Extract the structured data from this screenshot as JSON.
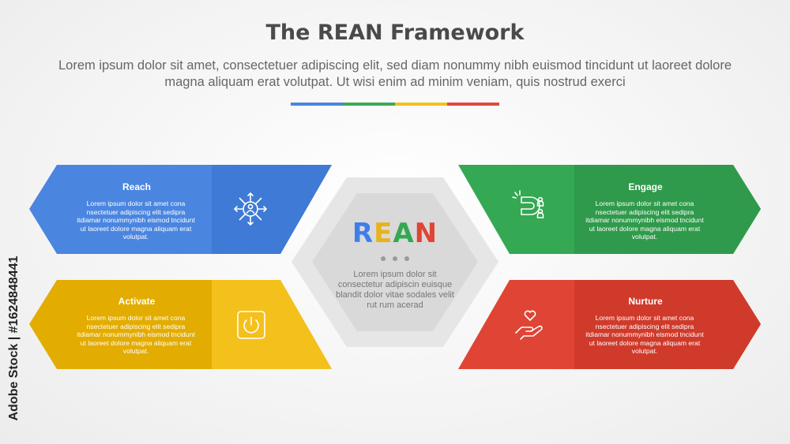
{
  "header": {
    "title": "The REAN Framework",
    "subtitle": "Lorem ipsum dolor sit amet, consectetuer adipiscing elit, sed diam nonummy nibh euismod tincidunt ut laoreet dolore magna aliquam erat volutpat. Ut wisi enim ad minim veniam, quis nostrud exerci",
    "underline_colors": [
      "#4a86e0",
      "#3daa5a",
      "#f4c01c",
      "#e0493c"
    ]
  },
  "hub": {
    "letters": [
      {
        "char": "R",
        "color": "#3f7ee8"
      },
      {
        "char": "E",
        "color": "#e8b21a"
      },
      {
        "char": "A",
        "color": "#34a853"
      },
      {
        "char": "N",
        "color": "#e04434"
      }
    ],
    "body": "Lorem ipsum dolor sit consectetur adipiscin euisque blandit dolor vitae sodales velit rut rum acerad"
  },
  "panels": {
    "reach": {
      "title": "Reach",
      "body": "Lorem ipsum dolor sit amet cona nsectetuer adipiscing elit sedipra itdiamar nonummynibh eismod tncidunt ut laoreet dolore magna aliquam erat volutpat.",
      "icon": "network-person-icon",
      "color": "#4a86e0"
    },
    "activate": {
      "title": "Activate",
      "body": "Lorem ipsum dolor sit amet cona nsectetuer adipiscing elit sedipra itdiamar nonummynibh eismod tncidunt ut laoreet dolore magna aliquam erat volutpat.",
      "icon": "power-button-icon",
      "color": "#f4b400"
    },
    "engage": {
      "title": "Engage",
      "body": "Lorem ipsum dolor sit amet cona nsectetuer adipiscing elit sedipra itdiamar nonummynibh eismod tncidunt ut laoreet dolore magna aliquam erat volutpat.",
      "icon": "magnet-people-icon",
      "color": "#34a853"
    },
    "nurture": {
      "title": "Nurture",
      "body": "Lorem ipsum dolor sit amet cona nsectetuer adipiscing elit sedipra itdiamar nonummynibh eismod tncidunt ut laoreet dolore magna aliquam erat volutpat.",
      "icon": "heart-hand-icon",
      "color": "#e04434"
    }
  },
  "watermark": "Adobe Stock | #1624848441"
}
